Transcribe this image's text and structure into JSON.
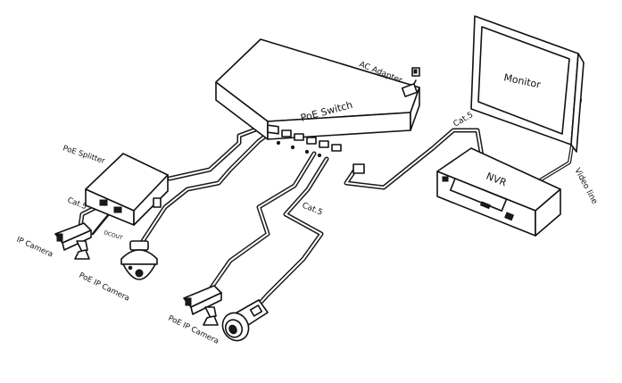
{
  "labels": {
    "poe_switch": "PoE Switch",
    "ac_adapter": "AC Adapter",
    "monitor": "Monitor",
    "nvr": "NVR",
    "video_line": "Video line",
    "cat5_nvr": "Cat.5",
    "cat5_switch": "Cat.5",
    "cat5_splitter": "Cat.5",
    "poe_splitter": "PoE Splitter",
    "dc_out": "DCOUT",
    "ip_camera": "IP Camera",
    "poe_ip_camera_dome": "PoE IP Camera",
    "poe_ip_camera_bottom": "PoE IP Camera"
  },
  "colors": {
    "line": "#1a1a1a",
    "background": "#ffffff"
  }
}
